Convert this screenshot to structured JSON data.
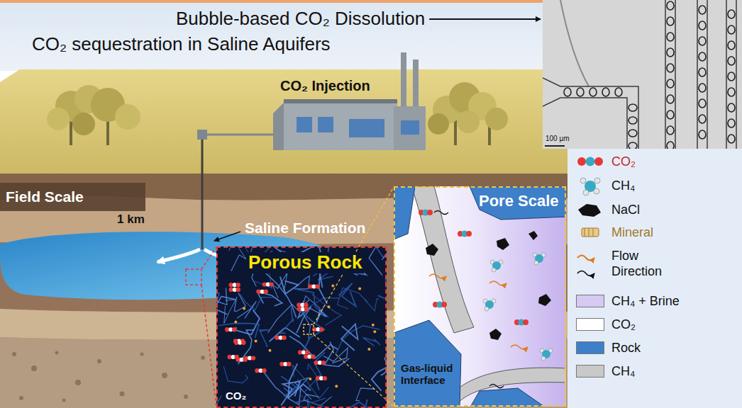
{
  "diagram": {
    "title": "CO₂ sequestration in Saline Aquifers",
    "nodes": [
      {
        "text": [
          "100 µm"
        ]
      },
      {
        "text": [
          "Porous Rock",
          "CO₂"
        ]
      },
      {
        "text": [
          "Pore Scale",
          "Gas-liquid Interface"
        ]
      }
    ],
    "labels": [
      "Bubble-based CO₂ Dissolution",
      "CO₂ Injection",
      "Field Scale",
      "1 km",
      "Saline Formation"
    ],
    "legend": [
      {
        "text": "CO₂"
      },
      {
        "text": "CH₄"
      },
      {
        "text": "NaCl"
      },
      {
        "text": "Mineral"
      },
      {
        "text": "Flow Direction"
      },
      {
        "text": "CH₄ + Brine",
        "color": "#d6c9f4"
      },
      {
        "text": "CO₂",
        "color": "#ffffff"
      },
      {
        "text": "Rock",
        "color": "#3d7fc9"
      },
      {
        "text": "CH₄",
        "color": "#c9c9c9"
      }
    ]
  }
}
